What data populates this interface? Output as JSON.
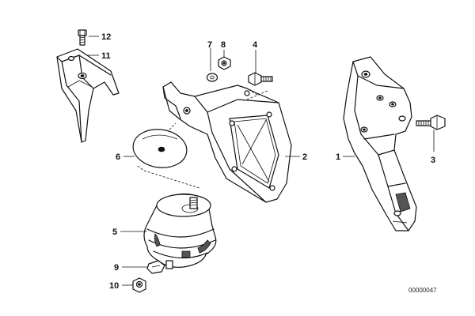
{
  "diagram": {
    "callouts": [
      {
        "id": "1",
        "label": "1"
      },
      {
        "id": "2",
        "label": "2"
      },
      {
        "id": "3",
        "label": "3"
      },
      {
        "id": "4",
        "label": "4"
      },
      {
        "id": "5",
        "label": "5"
      },
      {
        "id": "6",
        "label": "6"
      },
      {
        "id": "7",
        "label": "7"
      },
      {
        "id": "8",
        "label": "8"
      },
      {
        "id": "9",
        "label": "9"
      },
      {
        "id": "10",
        "label": "10"
      },
      {
        "id": "11",
        "label": "11"
      },
      {
        "id": "12",
        "label": "12"
      }
    ],
    "reference_number": "00000047"
  }
}
